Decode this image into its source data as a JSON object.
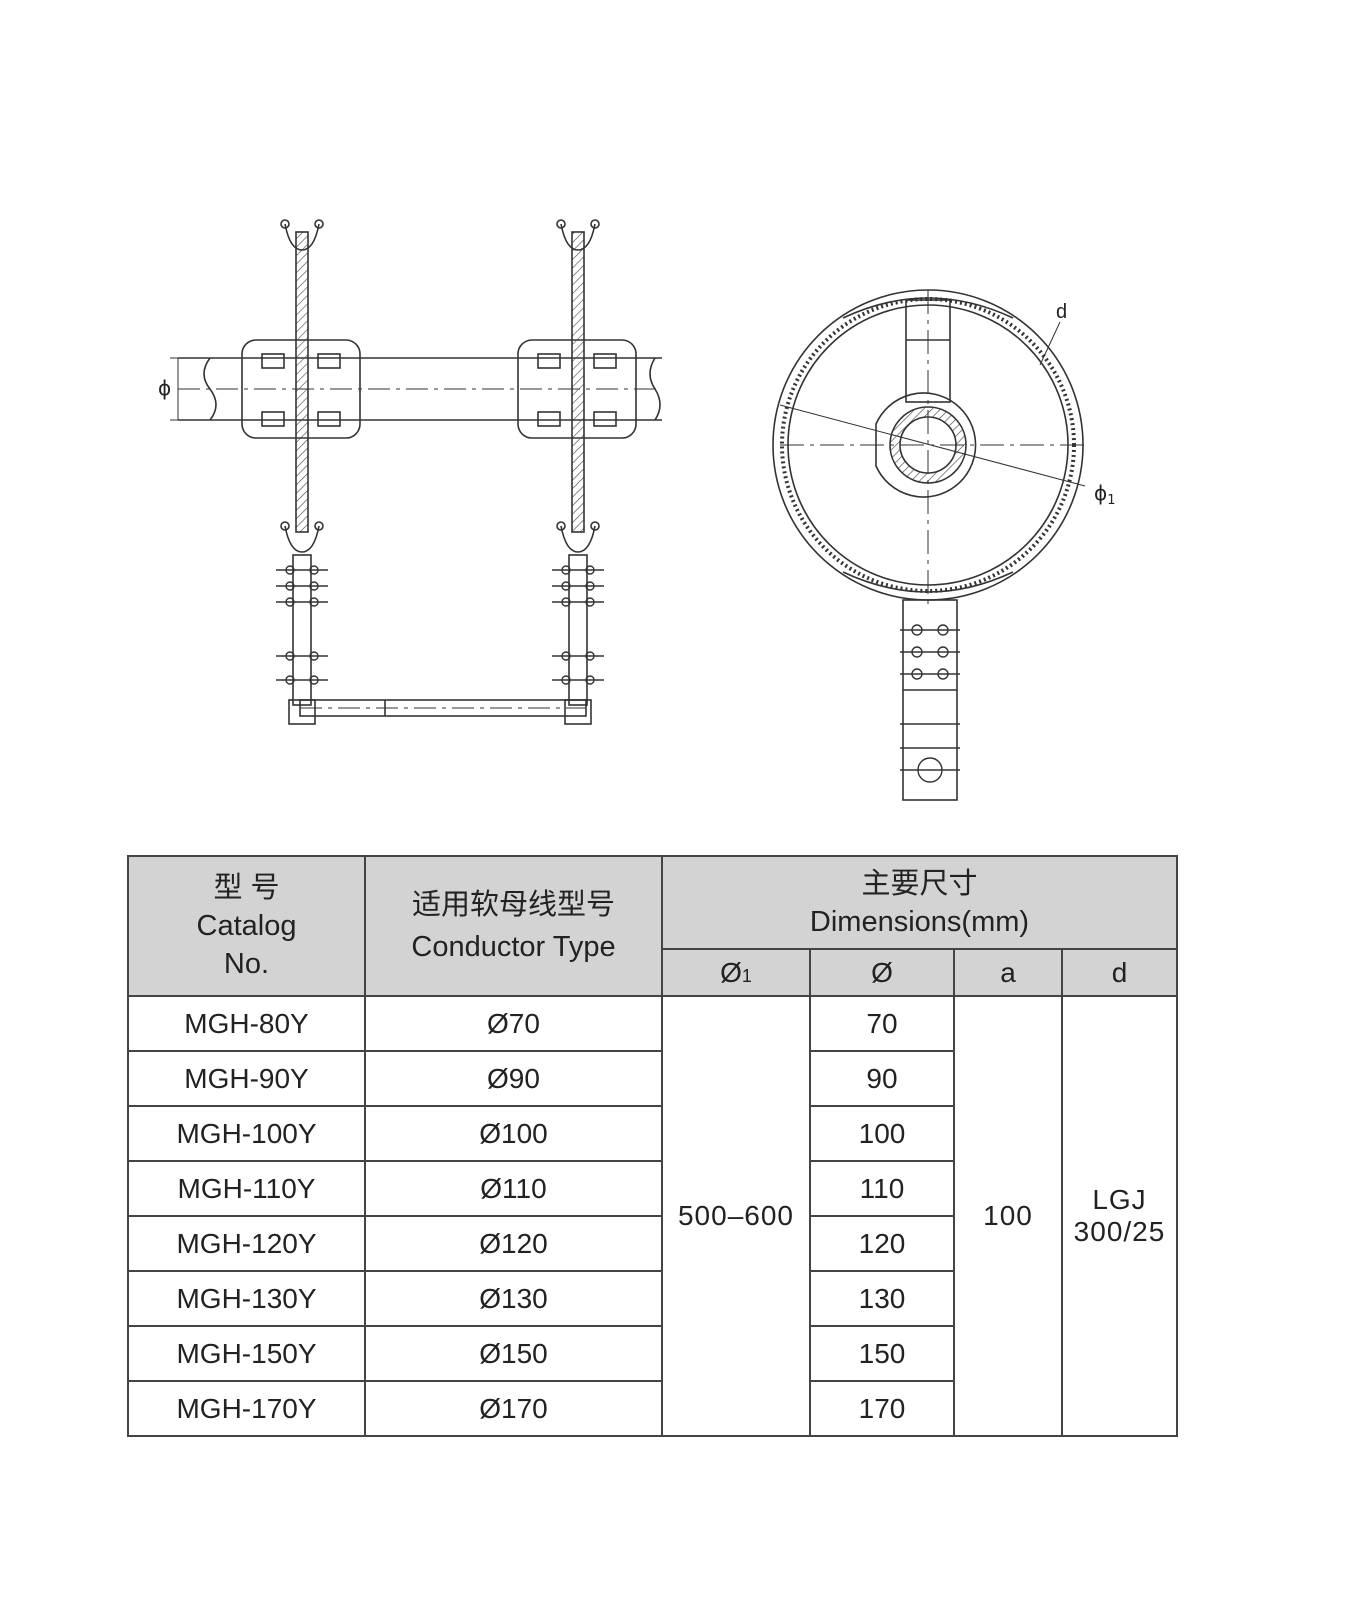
{
  "drawing_labels": {
    "phi": "ϕ",
    "d": "d",
    "phi1": "ϕ",
    "phi1_sub": "1"
  },
  "table": {
    "header": {
      "catalog_cn": "型 号",
      "catalog_en1": "Catalog",
      "catalog_en2": "No.",
      "conductor_cn": "适用软母线型号",
      "conductor_en": "Conductor Type",
      "dims_cn": "主要尺寸",
      "dims_en": "Dimensions(mm)",
      "sub": {
        "phi1": "Ø",
        "phi1_sub": "1",
        "phi": "Ø",
        "a": "a",
        "d": "d"
      }
    },
    "rows": [
      {
        "catalog": "MGH-80Y",
        "conductor": "Ø70",
        "phi": "70"
      },
      {
        "catalog": "MGH-90Y",
        "conductor": "Ø90",
        "phi": "90"
      },
      {
        "catalog": "MGH-100Y",
        "conductor": "Ø100",
        "phi": "100"
      },
      {
        "catalog": "MGH-110Y",
        "conductor": "Ø110",
        "phi": "110"
      },
      {
        "catalog": "MGH-120Y",
        "conductor": "Ø120",
        "phi": "120"
      },
      {
        "catalog": "MGH-130Y",
        "conductor": "Ø130",
        "phi": "130"
      },
      {
        "catalog": "MGH-150Y",
        "conductor": "Ø150",
        "phi": "150"
      },
      {
        "catalog": "MGH-170Y",
        "conductor": "Ø170",
        "phi": "170"
      }
    ],
    "shared": {
      "phi1": "500–600",
      "a": "100",
      "d_line1": "LGJ",
      "d_line2": "300/25"
    }
  }
}
